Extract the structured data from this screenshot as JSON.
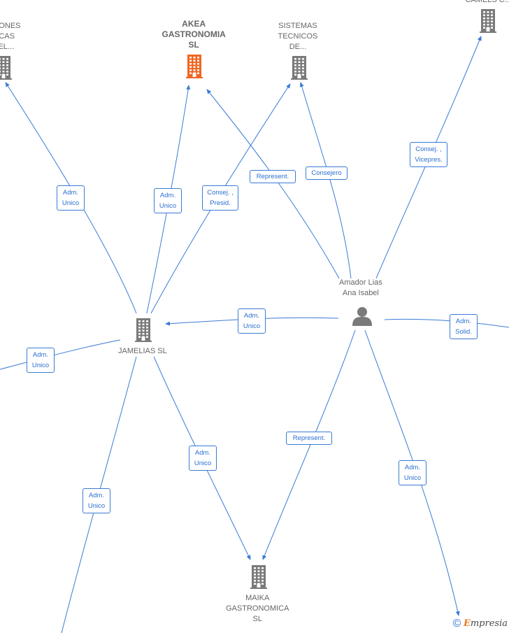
{
  "colors": {
    "edge": "#3a7bd5",
    "company": "#7a7a7a",
    "main_company": "#f26522",
    "person": "#7a7a7a"
  },
  "nodes": [
    {
      "id": "relaciones",
      "icon": "building-icon",
      "lines": [
        "ACIONES",
        "TICAS",
        "DEL..."
      ]
    },
    {
      "id": "akea",
      "icon": "building-icon",
      "main": true,
      "lines": [
        "AKEA",
        "GASTRONOMIA",
        "SL"
      ]
    },
    {
      "id": "sistemas",
      "icon": "building-icon",
      "lines": [
        "SISTEMAS",
        "TECNICOS",
        "DE..."
      ]
    },
    {
      "id": "camelsc",
      "icon": "building-icon",
      "lines": [
        "CAMELS C..."
      ]
    },
    {
      "id": "amador",
      "icon": "person-icon",
      "lines": [
        "Amador Lias",
        "Ana Isabel"
      ]
    },
    {
      "id": "jamelias",
      "icon": "building-icon",
      "lines": [
        "JAMELIAS SL"
      ]
    },
    {
      "id": "maika",
      "icon": "building-icon",
      "lines": [
        "MAIKA",
        "GASTRONOMICA",
        "SL"
      ]
    }
  ],
  "edge_labels": [
    {
      "id": "e1",
      "lines": [
        "Adm.",
        "Unico"
      ]
    },
    {
      "id": "e2",
      "lines": [
        "Adm.",
        "Unico"
      ]
    },
    {
      "id": "e3",
      "lines": [
        "Consej. ,",
        "Presid."
      ]
    },
    {
      "id": "e4",
      "lines": [
        "Represent."
      ]
    },
    {
      "id": "e5",
      "lines": [
        "Consejero"
      ]
    },
    {
      "id": "e6",
      "lines": [
        "Consej. ,",
        "Vicepres."
      ]
    },
    {
      "id": "e7",
      "lines": [
        "Adm.",
        "Unico"
      ]
    },
    {
      "id": "e8",
      "lines": [
        "Adm.",
        "Solid."
      ]
    },
    {
      "id": "e9",
      "lines": [
        "Adm.",
        "Unico"
      ]
    },
    {
      "id": "e10",
      "lines": [
        "Adm.",
        "Unico"
      ]
    },
    {
      "id": "e11",
      "lines": [
        "Represent."
      ]
    },
    {
      "id": "e12",
      "lines": [
        "Adm.",
        "Unico"
      ]
    },
    {
      "id": "e13",
      "lines": [
        "Adm.",
        "Unico"
      ]
    }
  ],
  "brand": {
    "copyright": "©",
    "e": "E",
    "rest": "mpresia"
  }
}
